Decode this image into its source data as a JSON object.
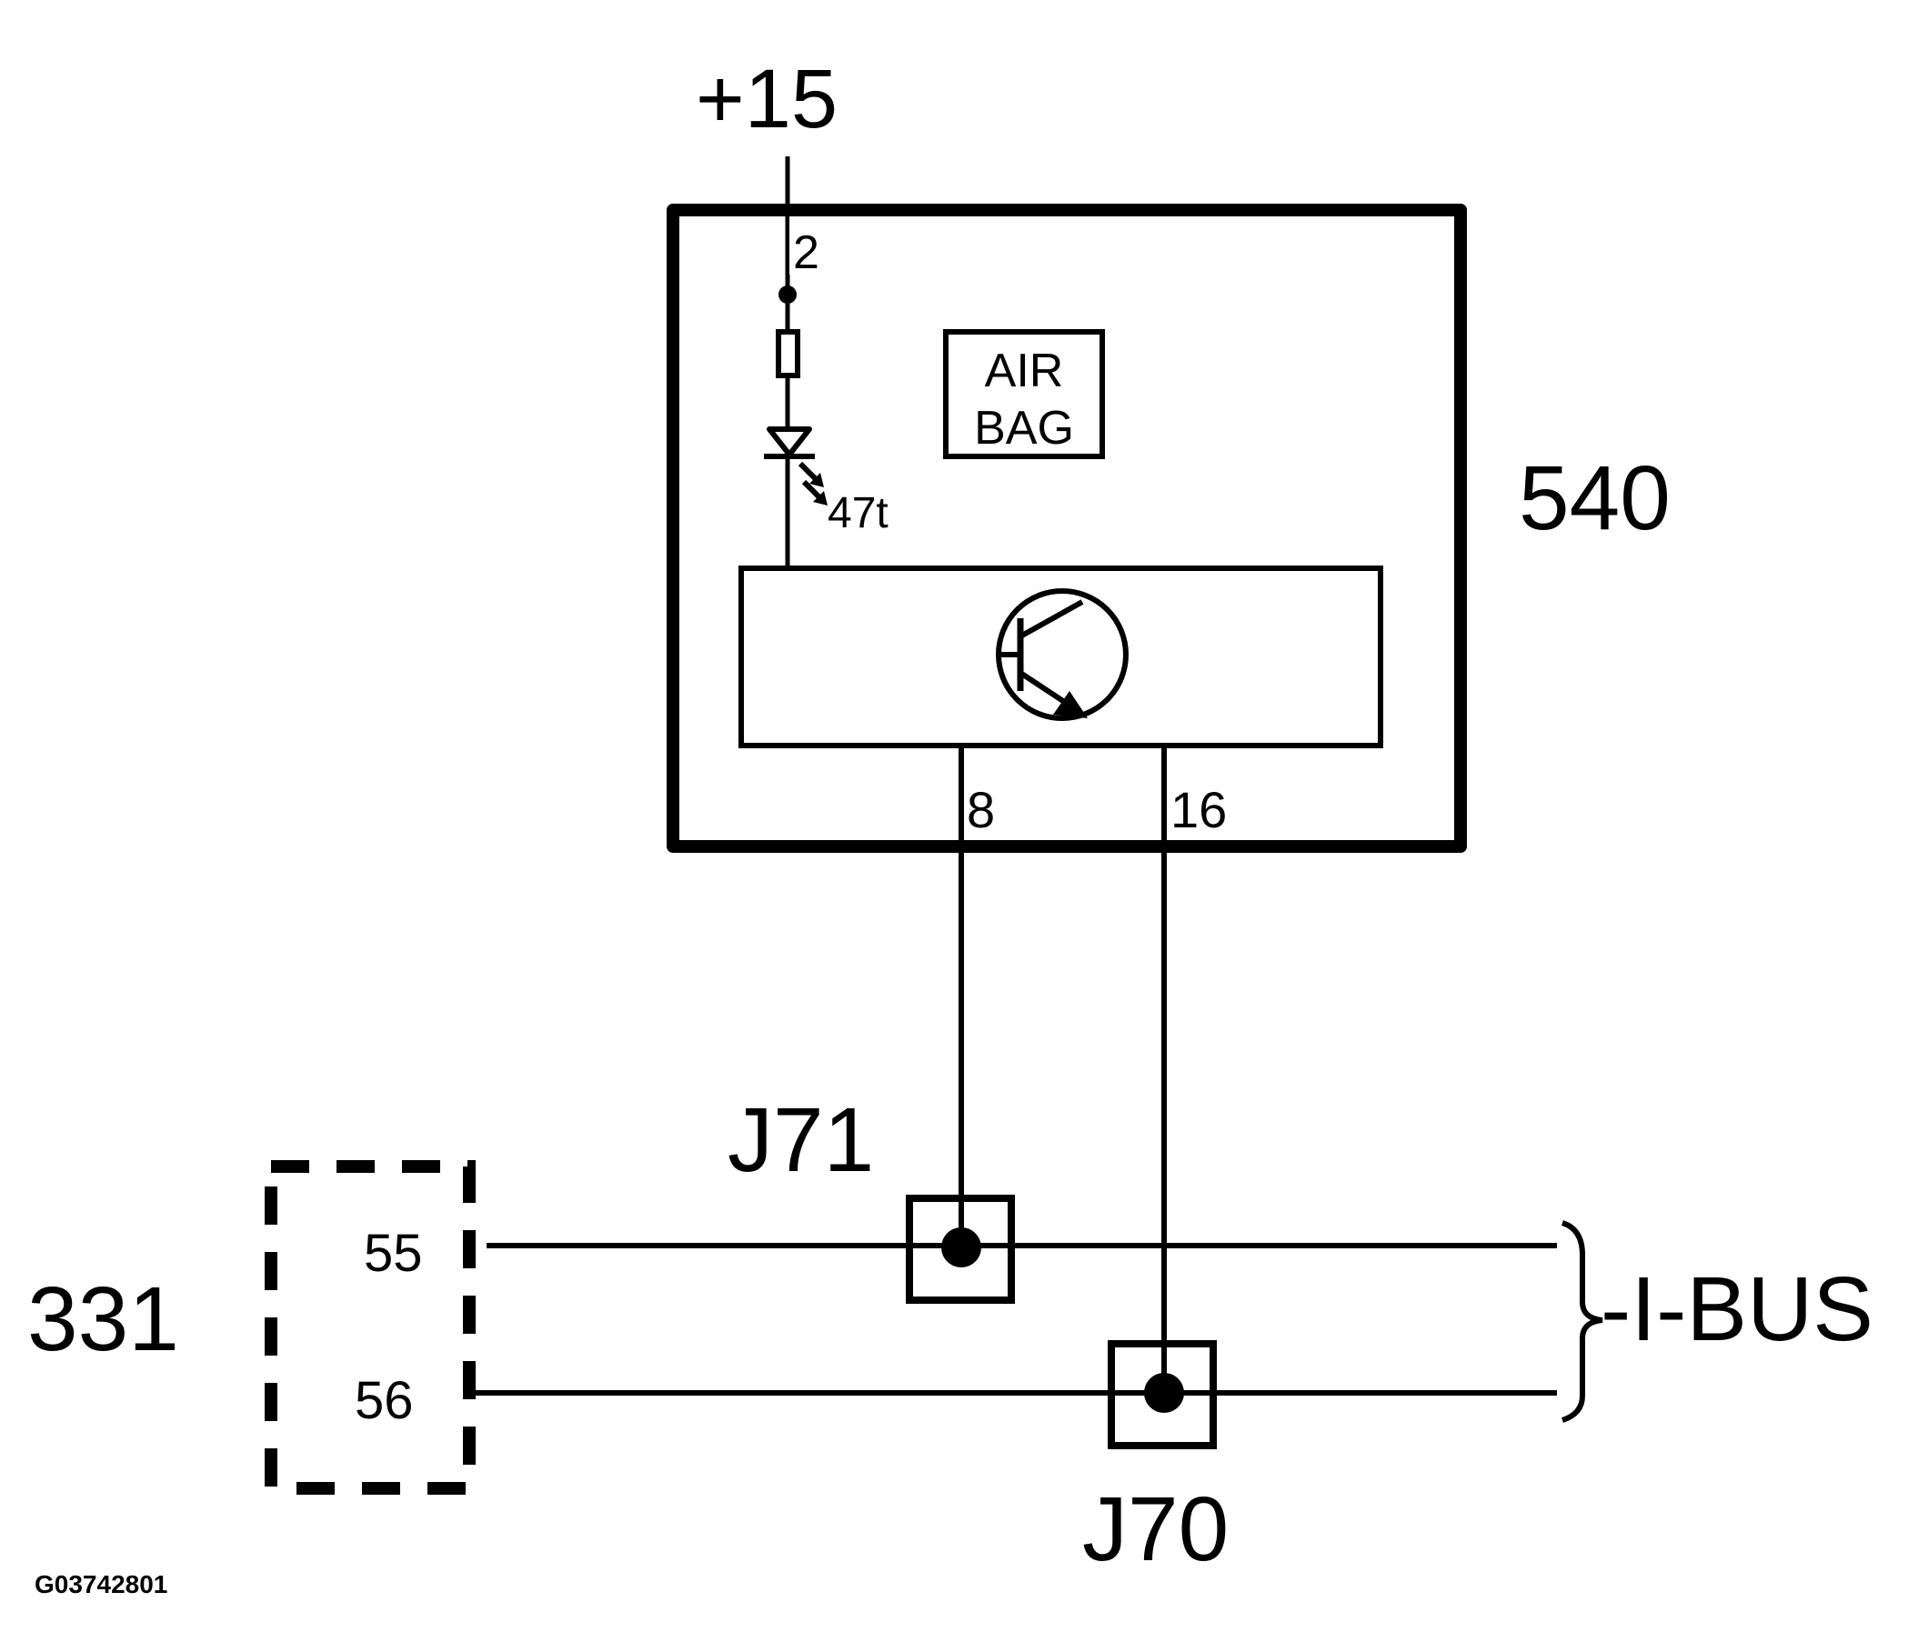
{
  "diagram": {
    "supply_label": "+15",
    "module_id": "540",
    "controller_id": "331",
    "airbag_line1": "AIR",
    "airbag_line2": "BAG",
    "pin_supply": "2",
    "pin_lamp": "47t",
    "pin_left": "8",
    "pin_right": "16",
    "pin_55": "55",
    "pin_56": "56",
    "junction_upper": "J71",
    "junction_lower": "J70",
    "bus_label": "-I-BUS",
    "figure_code": "G03742801"
  },
  "colors": {
    "ink": "#000000",
    "background": "#ffffff"
  }
}
